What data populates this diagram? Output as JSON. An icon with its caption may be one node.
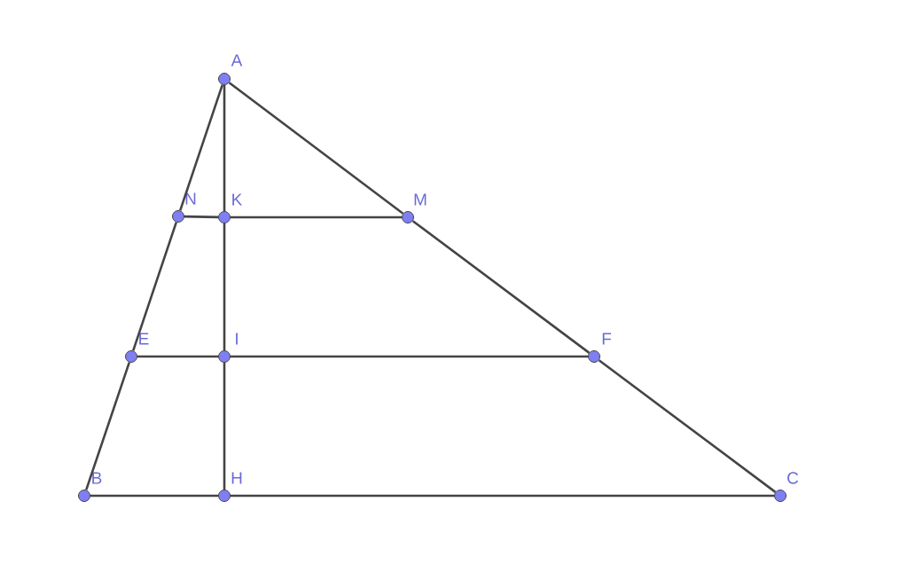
{
  "diagram": {
    "nodes": [
      {
        "text": [
          "A"
        ]
      },
      {
        "text": [
          "N"
        ]
      },
      {
        "text": [
          "K"
        ]
      },
      {
        "text": [
          "M"
        ]
      },
      {
        "text": [
          "E"
        ]
      },
      {
        "text": [
          "I"
        ]
      },
      {
        "text": [
          "F"
        ]
      },
      {
        "text": [
          "B"
        ]
      },
      {
        "text": [
          "H"
        ]
      },
      {
        "text": [
          "C"
        ]
      }
    ],
    "edges": [
      {
        "from": 0,
        "to": 1,
        "arrow": "none"
      },
      {
        "from": 1,
        "to": 4,
        "arrow": "none"
      },
      {
        "from": 4,
        "to": 7,
        "arrow": "none"
      },
      {
        "from": 0,
        "to": 3,
        "arrow": "none"
      },
      {
        "from": 3,
        "to": 6,
        "arrow": "none"
      },
      {
        "from": 6,
        "to": 9,
        "arrow": "none"
      },
      {
        "from": 7,
        "to": 8,
        "arrow": "none"
      },
      {
        "from": 8,
        "to": 9,
        "arrow": "none"
      },
      {
        "from": 1,
        "to": 2,
        "arrow": "none"
      },
      {
        "from": 2,
        "to": 3,
        "arrow": "none"
      },
      {
        "from": 4,
        "to": 5,
        "arrow": "none"
      },
      {
        "from": 5,
        "to": 6,
        "arrow": "none"
      },
      {
        "from": 0,
        "to": 2,
        "arrow": "none"
      },
      {
        "from": 2,
        "to": 5,
        "arrow": "none"
      },
      {
        "from": 5,
        "to": 8,
        "arrow": "none"
      }
    ]
  }
}
